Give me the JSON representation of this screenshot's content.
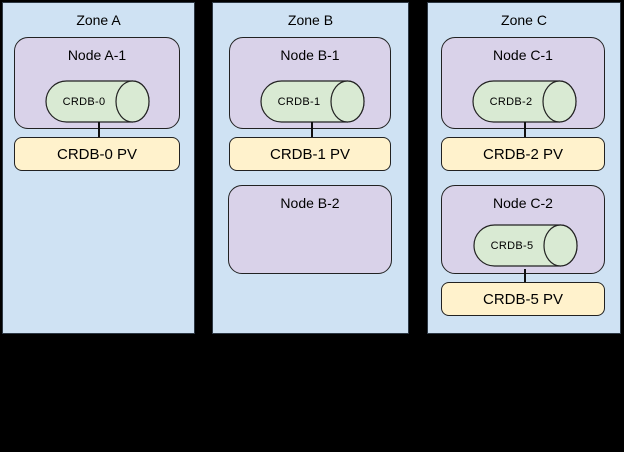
{
  "palette": {
    "background": "#000000",
    "zone_fill": "#cfe2f3",
    "node_fill": "#d9d2e9",
    "pod_fill": "#d9ead3",
    "pv_fill": "#fff2cc",
    "border": "#222222",
    "text": "#000000"
  },
  "zones": [
    {
      "title": "Zone A",
      "nodes": [
        {
          "title": "Node A-1",
          "pod": "CRDB-0"
        }
      ],
      "pvs": [
        "CRDB-0 PV"
      ]
    },
    {
      "title": "Zone B",
      "nodes": [
        {
          "title": "Node B-1",
          "pod": "CRDB-1"
        },
        {
          "title": "Node B-2"
        }
      ],
      "pvs": [
        "CRDB-1 PV"
      ]
    },
    {
      "title": "Zone C",
      "nodes": [
        {
          "title": "Node C-1",
          "pod": "CRDB-2"
        },
        {
          "title": "Node C-2",
          "pod": "CRDB-5"
        }
      ],
      "pvs": [
        "CRDB-2 PV",
        "CRDB-5 PV"
      ]
    }
  ],
  "connections": [
    {
      "from": "CRDB-0",
      "to": "CRDB-0 PV"
    },
    {
      "from": "CRDB-1",
      "to": "CRDB-1 PV"
    },
    {
      "from": "CRDB-2",
      "to": "CRDB-2 PV"
    },
    {
      "from": "CRDB-5",
      "to": "CRDB-5 PV"
    }
  ]
}
